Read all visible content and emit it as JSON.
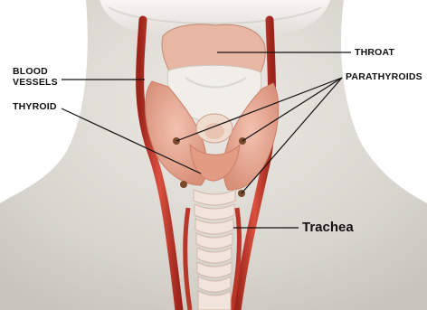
{
  "labels": {
    "blood_vessels_line1": "BLOOD",
    "blood_vessels_line2": "VESSELS",
    "thyroid": "THYROID",
    "throat": "THROAT",
    "parathyroids": "PARATHYROIDS",
    "trachea": "Trachea"
  },
  "colors": {
    "background": "#ffffff",
    "neck_skin": "#dcd8d2",
    "blood_vessel": "#c2392d",
    "thyroid_tissue": "#e8ad99",
    "cartilage": "#f1ece6",
    "trachea_ring": "#f4e8e0",
    "leader_line": "#111111"
  },
  "icons": [
    "neck-illustration"
  ]
}
